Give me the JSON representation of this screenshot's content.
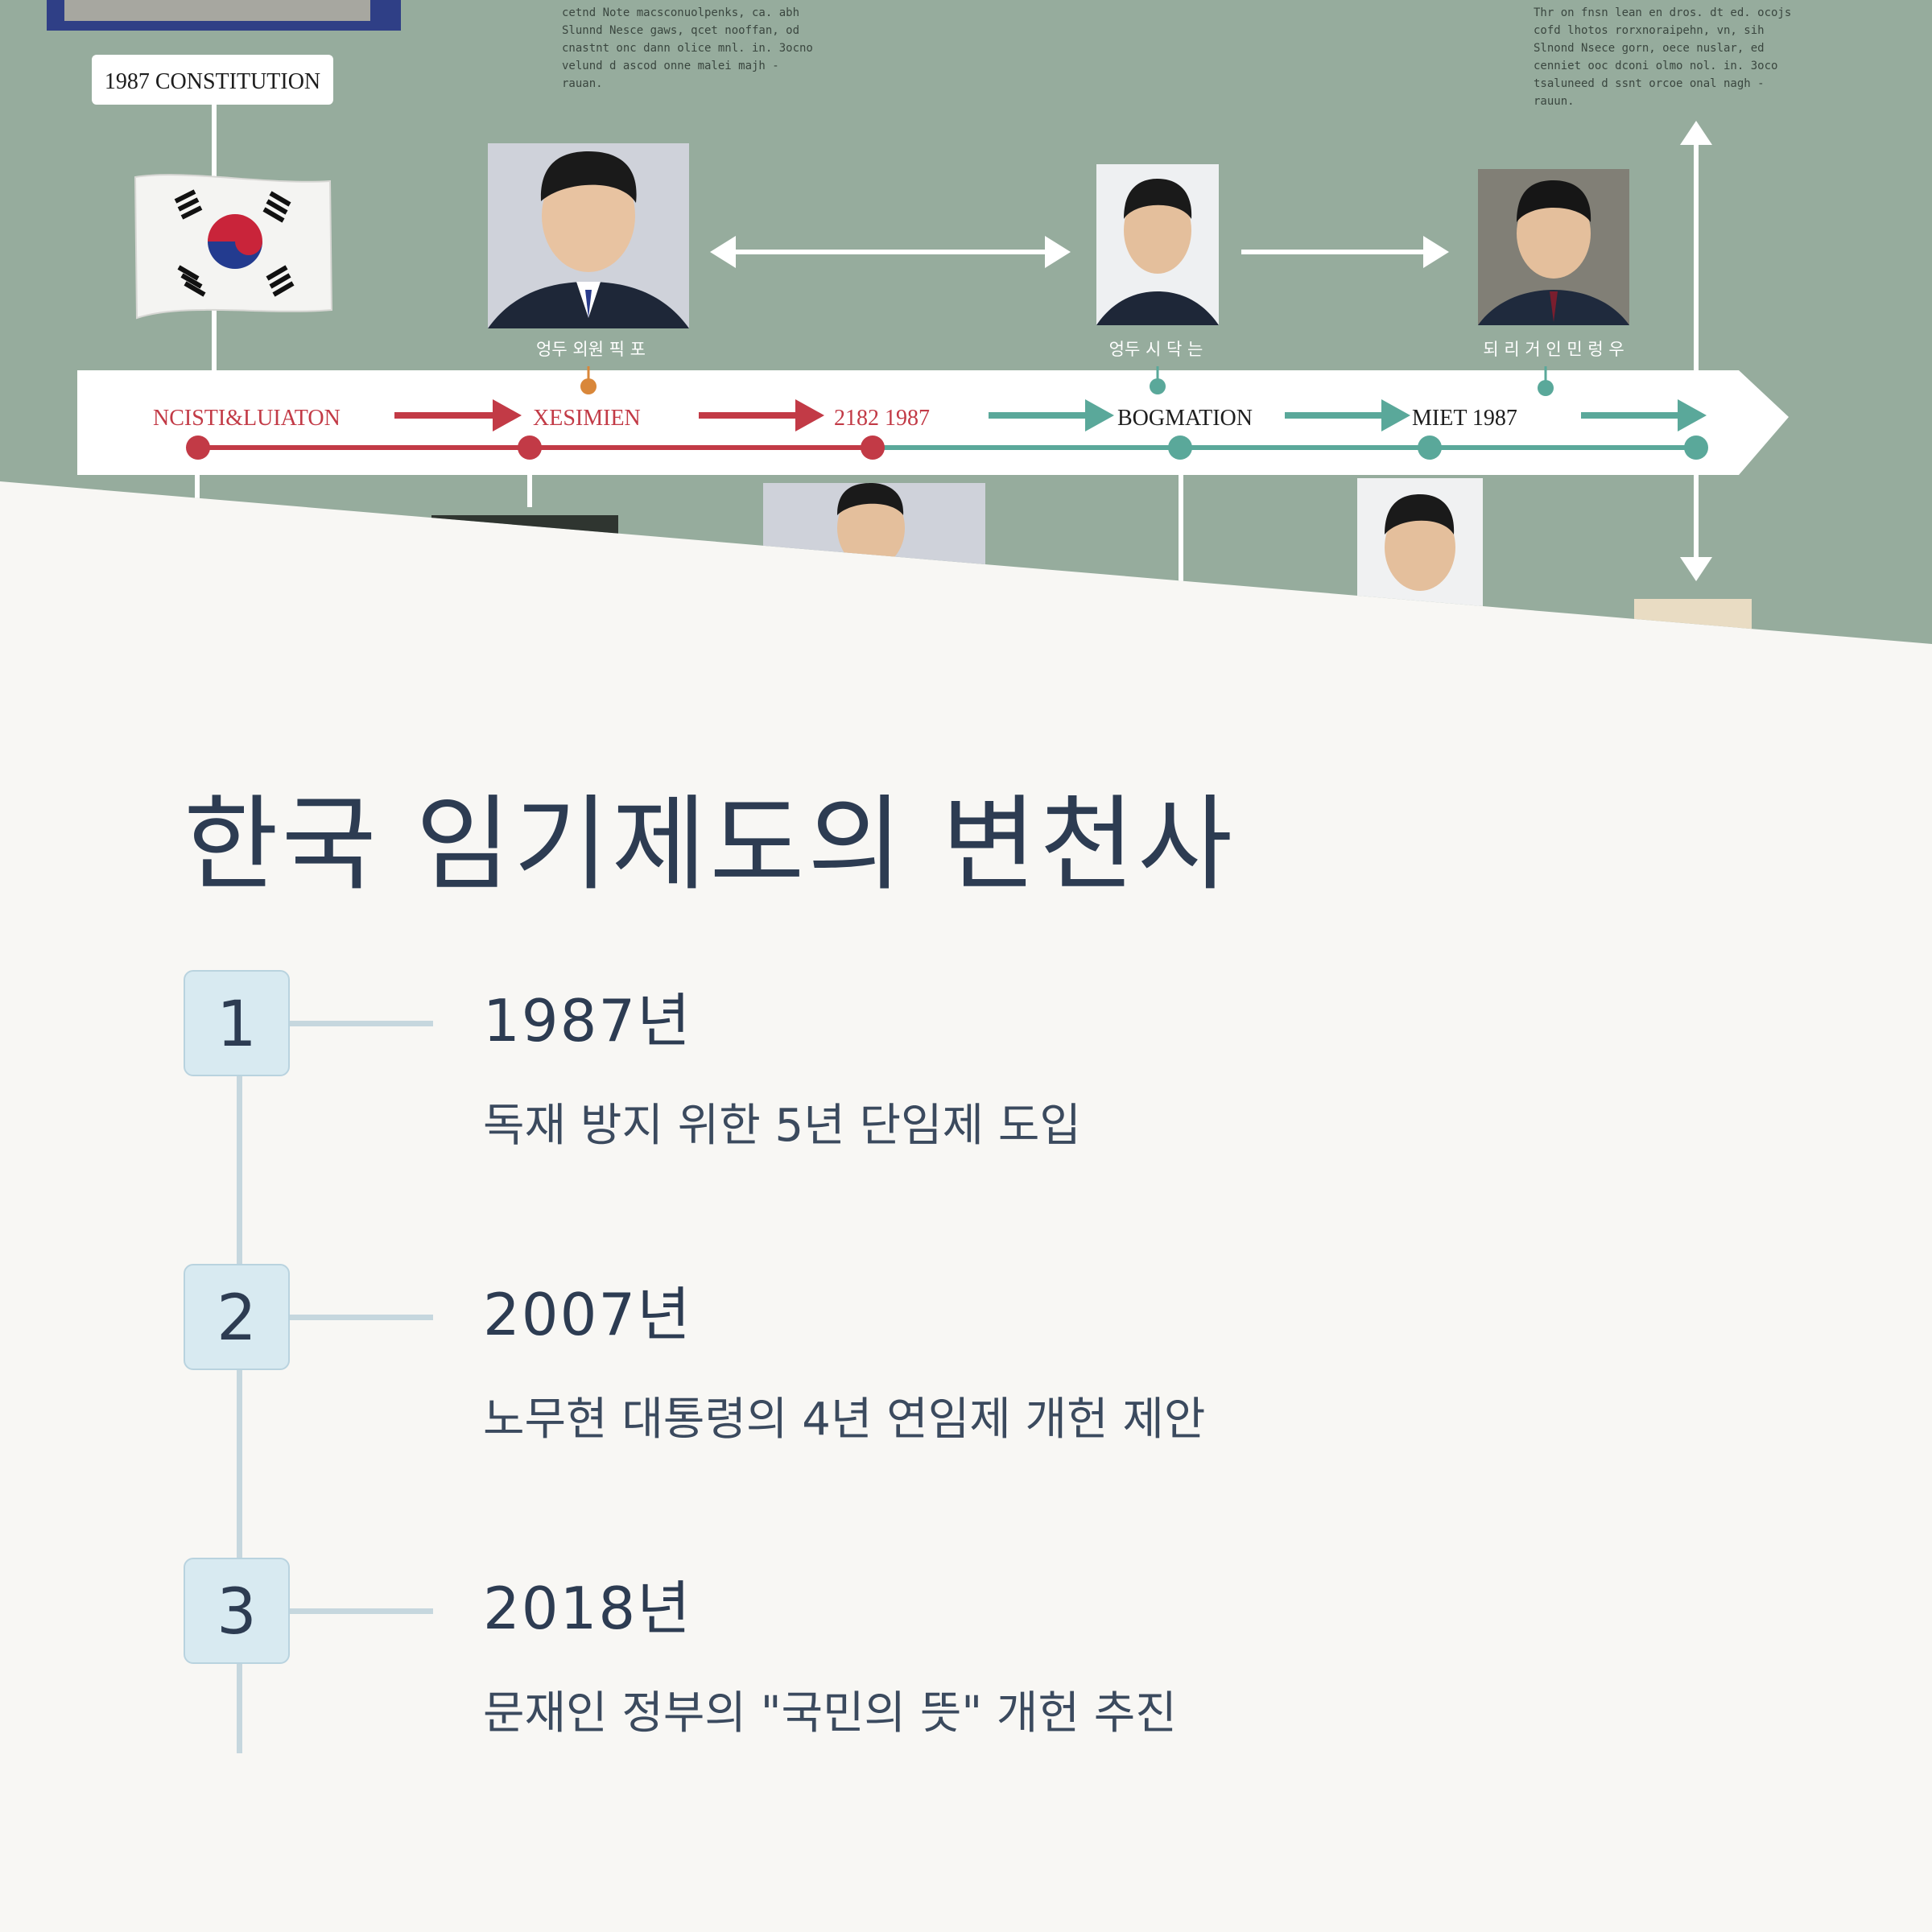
{
  "hero": {
    "caption_label": "1987 CONSTITUTION",
    "timeline_labels": [
      "NCISTI&LUIATON",
      "XESIMIEN",
      "2182 1987",
      "BOGMATION",
      "MIET 1987"
    ],
    "portrait_captions": [
      "엉두 외원 픽 포",
      "엉두 시 닥 는",
      "되 리 거 인 민 렁 우"
    ],
    "colors": {
      "background": "#96ac9d",
      "red": "#c23a46",
      "teal": "#5aa89a",
      "banner": "#ffffff"
    }
  },
  "content": {
    "title": "한국 임기제도의 변천사",
    "items": [
      {
        "number": "1",
        "year": "1987년",
        "description": "독재 방지 위한 5년 단임제 도입"
      },
      {
        "number": "2",
        "year": "2007년",
        "description": "노무현 대통령의 4년 연임제 개헌 제안"
      },
      {
        "number": "3",
        "year": "2018년",
        "description": "문재인 정부의 \"국민의 뜻\" 개헌 추진"
      }
    ],
    "colors": {
      "text": "#2d3c52",
      "badge_fill": "#d8eaf1",
      "line": "#c6d7de"
    }
  }
}
